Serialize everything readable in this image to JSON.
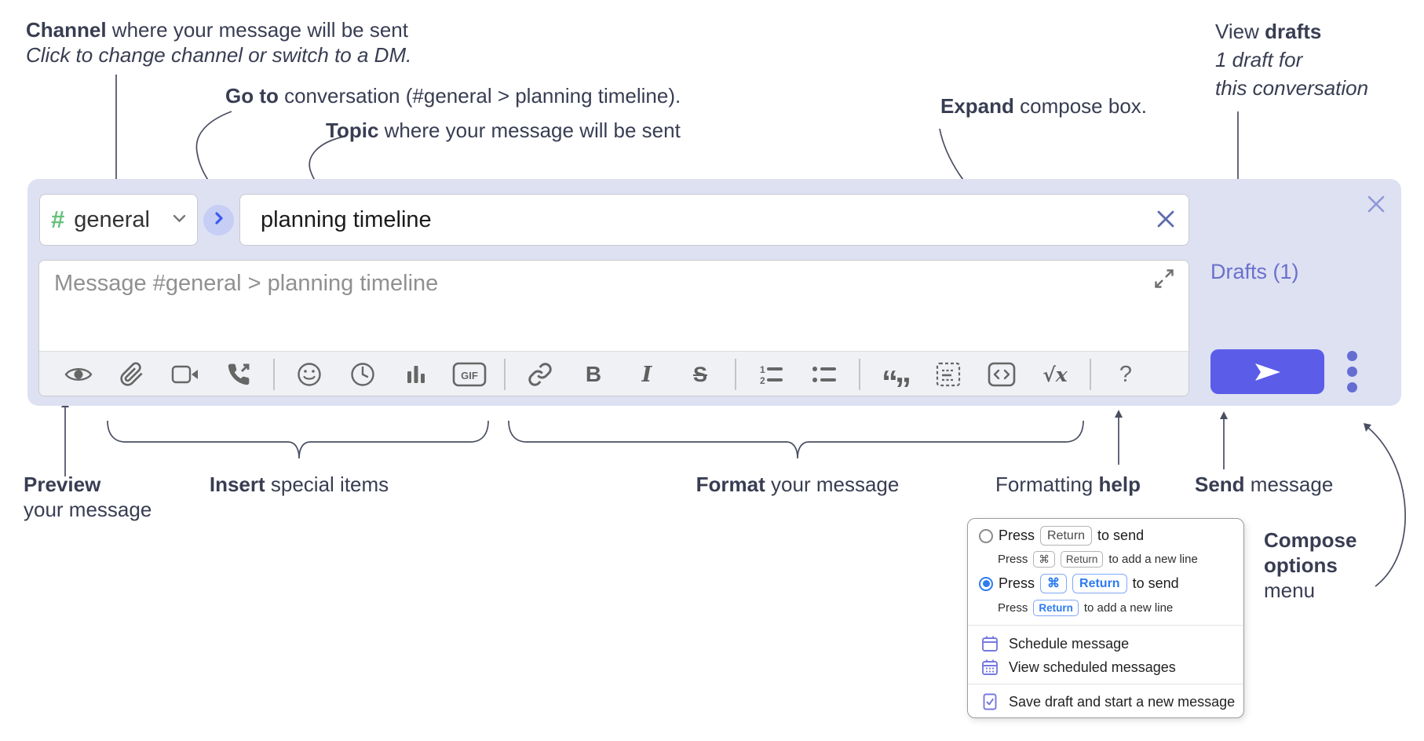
{
  "notes": {
    "channel": {
      "bold": "Channel",
      "rest": " where your message will be sent",
      "sub": "Click to change channel or switch to a DM."
    },
    "goto": {
      "bold": "Go to",
      "rest": " conversation (#general > planning timeline)."
    },
    "topic": {
      "bold": "Topic",
      "rest": " where your message will be sent"
    },
    "expand": {
      "bold": "Expand",
      "rest": " compose box."
    },
    "drafts": {
      "line1_pre": "View ",
      "line1_bold": "drafts",
      "line2": "1 draft for",
      "line3": "this conversation"
    },
    "preview": {
      "bold": "Preview",
      "line2": "your message"
    },
    "insert": {
      "bold": "Insert",
      "rest": " special items"
    },
    "format": {
      "bold": "Format",
      "rest": " your message"
    },
    "help": {
      "pre": "Formatting ",
      "bold": "help"
    },
    "send": {
      "bold": "Send",
      "rest": " message"
    },
    "compose_menu": {
      "line1": "Compose",
      "line2": "options",
      "line3": "menu"
    }
  },
  "compose": {
    "channel": {
      "hash": "#",
      "name": "general"
    },
    "topic_value": "planning timeline",
    "message_placeholder": "Message #general > planning timeline",
    "drafts_link": "Drafts (1)",
    "toolbar": {
      "gif": "GIF",
      "bold": "B",
      "italic": "I",
      "strike": "S",
      "quote_open": "“",
      "quote_close": "”",
      "code": "<>",
      "math": "√x",
      "help": "?",
      "ol_1": "1",
      "ol_2": "2"
    }
  },
  "menu": {
    "option1": {
      "press": "Press",
      "key": "Return",
      "suffix": "to send",
      "sub_press": "Press",
      "sub_key1": "⌘",
      "sub_key2": "Return",
      "sub_suffix": "to add a new line"
    },
    "option2": {
      "press": "Press",
      "key1": "⌘",
      "key2": "Return",
      "suffix": "to send",
      "sub_press": "Press",
      "sub_key": "Return",
      "sub_suffix": "to add a new line"
    },
    "items": [
      {
        "label": "Schedule message"
      },
      {
        "label": "View scheduled messages"
      },
      {
        "label": "Save draft and start a new message"
      }
    ]
  },
  "colors": {
    "panel_bg": "#dde1f2",
    "accent_indigo": "#5b5de8",
    "drafts_link": "#6b70cc",
    "hash_green": "#65c17c",
    "radio_blue": "#2e7cf0",
    "menu_icon": "#7579e0",
    "annotation_text": "#383d52"
  }
}
